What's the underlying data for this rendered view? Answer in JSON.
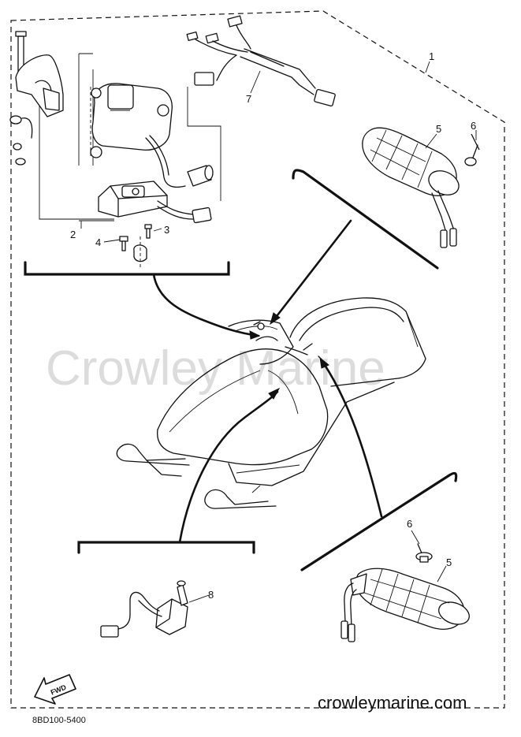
{
  "watermark": "Crowley Marine",
  "website": "crowleymarine.com",
  "diagram_code": "8BD100-5400",
  "fwd_label": "FWD",
  "callouts": {
    "c1": "1",
    "c2": "2",
    "c3": "3",
    "c4": "4",
    "c5a": "5",
    "c5b": "5",
    "c6a": "6",
    "c6b": "6",
    "c7": "7",
    "c8": "8"
  }
}
